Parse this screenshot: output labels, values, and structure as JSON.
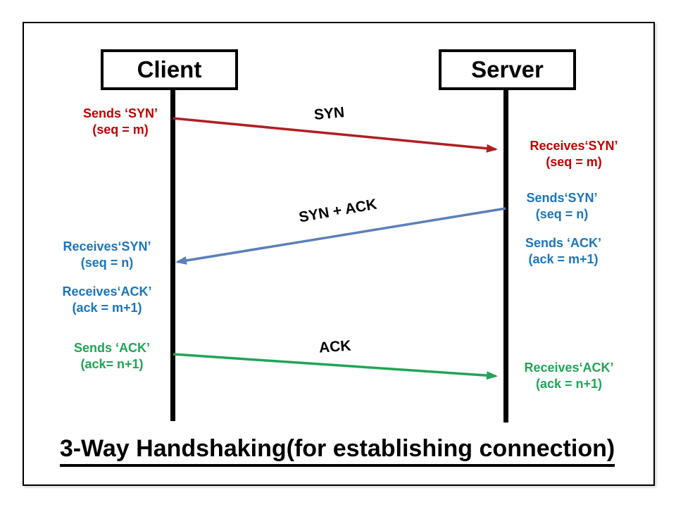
{
  "title": "3-Way Handshaking(for establishing connection)",
  "actors": {
    "client": "Client",
    "server": "Server"
  },
  "colors": {
    "syn_text": "#C00000",
    "syn_arrow": "#B01E23",
    "syn_ack_text": "#1B75BC",
    "syn_ack_arrow": "#5B7FB9",
    "ack_text": "#21A457",
    "ack_arrow": "#21A457"
  },
  "messages": [
    {
      "label": "SYN",
      "from": "Client",
      "to": "Server",
      "sender_notes": [
        [
          "Sends ‘SYN’",
          "(seq = m)"
        ]
      ],
      "receiver_notes": [
        [
          "Receives‘SYN’",
          "(seq = m)"
        ]
      ]
    },
    {
      "label": "SYN + ACK",
      "from": "Server",
      "to": "Client",
      "sender_notes": [
        [
          "Sends‘SYN’",
          "(seq = n)"
        ],
        [
          "Sends ‘ACK’",
          "(ack = m+1)"
        ]
      ],
      "receiver_notes": [
        [
          "Receives‘SYN’",
          "(seq = n)"
        ],
        [
          "Receives‘ACK’",
          "(ack = m+1)"
        ]
      ]
    },
    {
      "label": "ACK",
      "from": "Client",
      "to": "Server",
      "sender_notes": [
        [
          "Sends ‘ACK’",
          "(ack= n+1)"
        ]
      ],
      "receiver_notes": [
        [
          "Receives‘ACK’",
          "(ack = n+1)"
        ]
      ]
    }
  ]
}
